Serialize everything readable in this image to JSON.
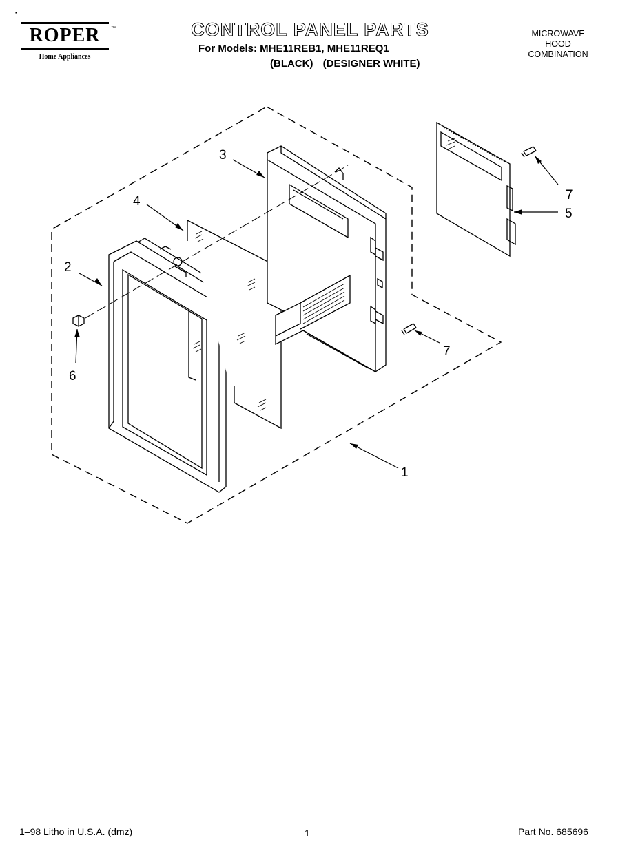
{
  "header": {
    "brand": "ROPER",
    "brand_tm": "™",
    "brand_sub": "Home Appliances",
    "title": "CONTROL PANEL PARTS",
    "models_line": "For Models: MHE11REB1, MHE11REQ1",
    "color_1": "(BLACK)",
    "color_2": "(DESIGNER WHITE)",
    "product_lines": [
      "MICROWAVE",
      "HOOD",
      "COMBINATION"
    ]
  },
  "callouts": {
    "c1": "1",
    "c2": "2",
    "c3": "3",
    "c4": "4",
    "c5": "5",
    "c6": "6",
    "c7a": "7",
    "c7b": "7"
  },
  "footer": {
    "print_info": "1–98 Litho in U.S.A. (dmz)",
    "page": "1",
    "part_no": "Part No. 685696"
  }
}
